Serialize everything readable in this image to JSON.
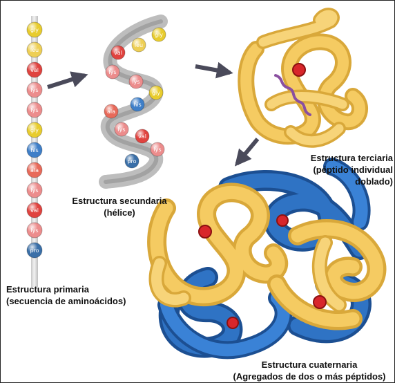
{
  "labels": {
    "primary_title": "Estructura primaria",
    "primary_sub": "(secuencia de aminoácidos)",
    "secondary_title": "Estructura secundaria",
    "secondary_sub": "(hélice)",
    "tertiary_title": "Estructura terciaria",
    "tertiary_sub1": "(péptido individual",
    "tertiary_sub2": "doblado)",
    "quaternary_title": "Estructura cuaternaria",
    "quaternary_sub": "(Agregados de dos o más péptidos)"
  },
  "primary_chain": [
    {
      "name": "gly",
      "color": "#e8cc2e"
    },
    {
      "name": "leu",
      "color": "#eecf55"
    },
    {
      "name": "val",
      "color": "#e0433f"
    },
    {
      "name": "lys",
      "color": "#ec8c8c"
    },
    {
      "name": "lys",
      "color": "#ec8c8c"
    },
    {
      "name": "gly",
      "color": "#e8cc2e"
    },
    {
      "name": "his",
      "color": "#3f7fc8"
    },
    {
      "name": "ala",
      "color": "#e86a5a"
    },
    {
      "name": "lys",
      "color": "#ec8c8c"
    },
    {
      "name": "val",
      "color": "#e0433f"
    },
    {
      "name": "lys",
      "color": "#ec8c8c"
    },
    {
      "name": "pro",
      "color": "#3a6fa8"
    }
  ],
  "helix_residues": [
    {
      "name": "gly",
      "color": "#e8cc2e"
    },
    {
      "name": "leu",
      "color": "#eecf55"
    },
    {
      "name": "val",
      "color": "#e0433f"
    },
    {
      "name": "lys",
      "color": "#ec8c8c"
    },
    {
      "name": "lys",
      "color": "#ec8c8c"
    },
    {
      "name": "gly",
      "color": "#e8cc2e"
    },
    {
      "name": "his",
      "color": "#3f7fc8"
    },
    {
      "name": "ala",
      "color": "#e86a5a"
    },
    {
      "name": "lys",
      "color": "#ec8c8c"
    },
    {
      "name": "val",
      "color": "#e0433f"
    },
    {
      "name": "lys",
      "color": "#ec8c8c"
    },
    {
      "name": "pro",
      "color": "#3a6fa8"
    }
  ],
  "colors": {
    "peptide_yellow": "#f5cb62",
    "peptide_yellow_dark": "#d9a83a",
    "peptide_blue": "#2f73c4",
    "peptide_blue_dark": "#1c4f92",
    "heme_red": "#d8262b",
    "arrow": "#4a4a5a"
  }
}
